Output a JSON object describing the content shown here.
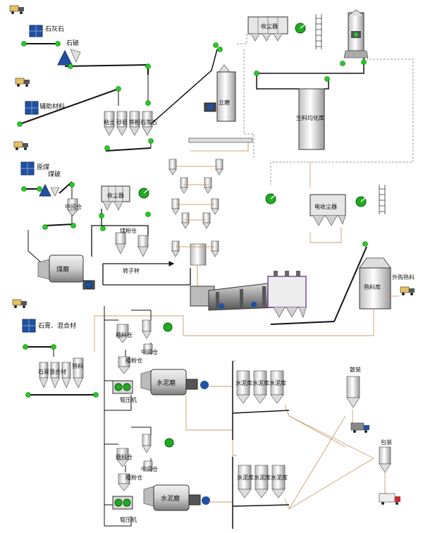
{
  "diagram": {
    "labels": {
      "limestone": "石灰石",
      "crusher": "石破",
      "aux_material": "辅助材料",
      "raw_coal": "原煤",
      "coal_crusher": "煤破",
      "bag_filter_top": "收尘器",
      "vertical_mill": "立磨",
      "raw_meal_silo": "生料均化库",
      "silo_clay": "粘土",
      "silo_sandstone": "砂岩",
      "silo_iron": "铁粉",
      "silo_limestone": "石灰石",
      "mid_bin_coal": "中间仓",
      "dust_collector_coal": "收尘器",
      "coal_powder_bin": "煤粉仓",
      "coal_mill": "煤磨",
      "rotor_scale": "转子秤",
      "electrostatic_precipitator": "电收尘器",
      "clinker_silo": "熟料库",
      "outside_clinker": "外购熟料",
      "gypsum_mixture": "石膏、混合材",
      "silo_gypsum": "石膏",
      "silo_mixture": "混合材",
      "silo_clinker": "熟料",
      "stabilizing_bin_1": "稳料仓",
      "mid_bin_1": "中间仓",
      "coarse_powder_bin_1": "粗粉仓",
      "roller_press_1": "辊压机",
      "cement_mill_1": "水泥磨",
      "cement_silo_a": "水泥库",
      "cement_silo_b": "水泥库",
      "cement_silo_c": "水泥库",
      "bulk": "散装",
      "bagging": "包装",
      "stabilizing_bin_2": "稳料仓",
      "mid_bin_2": "中间仓",
      "coarse_powder_bin_2": "粗粉仓",
      "roller_press_2": "辊压机",
      "cement_mill_2": "水泥磨",
      "cement_silo_d": "水泥库",
      "cement_silo_e": "水泥库",
      "cement_silo_f": "水泥库"
    },
    "colors": {
      "main_line": "#111111",
      "product_line": "#c8a070",
      "gas_line": "#a0a0a0",
      "node_green": "#22cc22",
      "equipment_blue": "#2050a0",
      "silo_fill": "#e6e6e6",
      "kiln_purple": "#7a4a9a"
    }
  }
}
